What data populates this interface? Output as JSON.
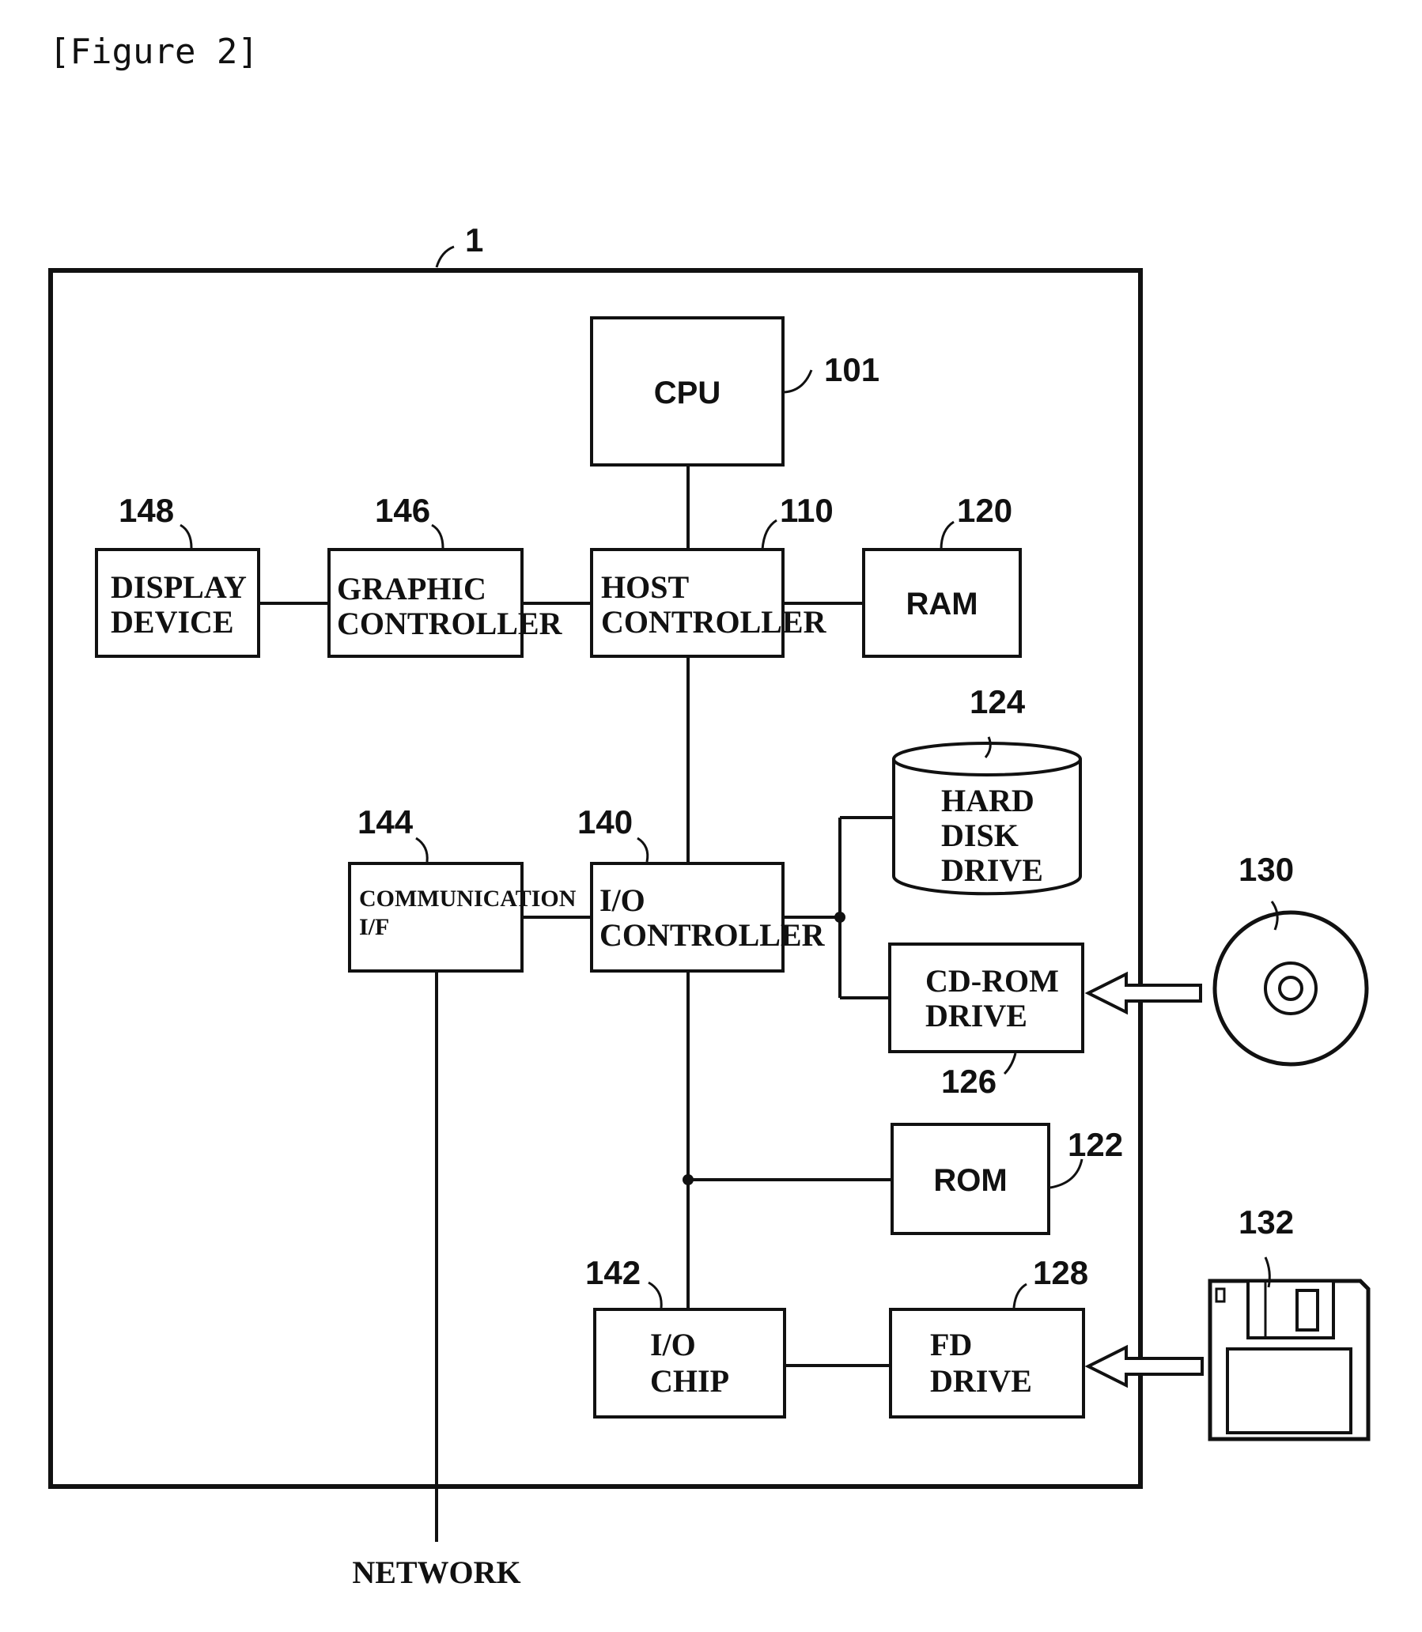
{
  "figure_caption": "[Figure 2]",
  "system": {
    "ref": "1"
  },
  "blocks": {
    "cpu": {
      "label": [
        "CPU"
      ],
      "ref": "101"
    },
    "host_controller": {
      "label": [
        "HOST",
        "CONTROLLER"
      ],
      "ref": "110"
    },
    "ram": {
      "label": [
        "RAM"
      ],
      "ref": "120"
    },
    "graphic_controller": {
      "label": [
        "GRAPHIC",
        "CONTROLLER"
      ],
      "ref": "146"
    },
    "display_device": {
      "label": [
        "DISPLAY",
        "DEVICE"
      ],
      "ref": "148"
    },
    "hard_disk_drive": {
      "label": [
        "HARD",
        "DISK",
        "DRIVE"
      ],
      "ref": "124"
    },
    "io_controller": {
      "label": [
        "I/O",
        "CONTROLLER"
      ],
      "ref": "140"
    },
    "communication_if": {
      "label": [
        "COMMUNICATION",
        "I/F"
      ],
      "ref": "144"
    },
    "cdrom_drive": {
      "label": [
        "CD-ROM",
        "DRIVE"
      ],
      "ref": "126"
    },
    "rom": {
      "label": [
        "ROM"
      ],
      "ref": "122"
    },
    "io_chip": {
      "label": [
        "I/O",
        "CHIP"
      ],
      "ref": "142"
    },
    "fd_drive": {
      "label": [
        "FD",
        "DRIVE"
      ],
      "ref": "128"
    }
  },
  "media": {
    "cdrom_disc": {
      "ref": "130"
    },
    "floppy_disk": {
      "ref": "132"
    }
  },
  "network_label": "NETWORK"
}
